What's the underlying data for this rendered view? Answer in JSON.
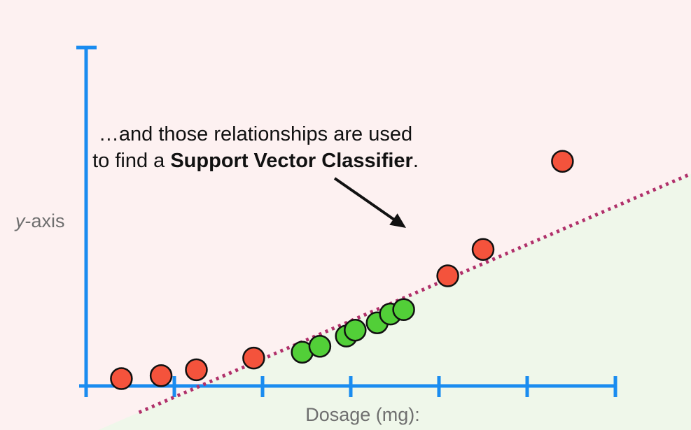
{
  "chart_data": {
    "type": "scatter",
    "xlabel": "Dosage (mg):",
    "ylabel_prefix": "y",
    "ylabel_suffix": "-axis",
    "annotation": {
      "part1": "…and those relationships are used to find a ",
      "bold": "Support Vector Classifier",
      "part2": "."
    },
    "series": [
      {
        "class": "red",
        "points": [
          {
            "x": 0.4,
            "y": 0.5
          },
          {
            "x": 0.85,
            "y": 0.7
          },
          {
            "x": 1.25,
            "y": 1.1
          },
          {
            "x": 1.9,
            "y": 1.9
          },
          {
            "x": 4.1,
            "y": 7.5
          },
          {
            "x": 4.5,
            "y": 9.3
          },
          {
            "x": 5.4,
            "y": 15.3
          }
        ]
      },
      {
        "class": "green",
        "points": [
          {
            "x": 2.45,
            "y": 2.3
          },
          {
            "x": 2.65,
            "y": 2.7
          },
          {
            "x": 2.95,
            "y": 3.4
          },
          {
            "x": 3.05,
            "y": 3.8
          },
          {
            "x": 3.3,
            "y": 4.3
          },
          {
            "x": 3.45,
            "y": 4.9
          },
          {
            "x": 3.6,
            "y": 5.2
          }
        ]
      }
    ],
    "classifier_line": {
      "x1": 0.6,
      "y1": -1.8,
      "x2": 6.8,
      "y2": 14.3
    },
    "colors": {
      "red": "#f4533c",
      "green": "#52cf38",
      "axis": "#1a8cf0",
      "classifier": "#b0306a",
      "region_upper": "#fdf1f1",
      "region_lower": "#eff7ea",
      "arrow": "#111111"
    }
  }
}
